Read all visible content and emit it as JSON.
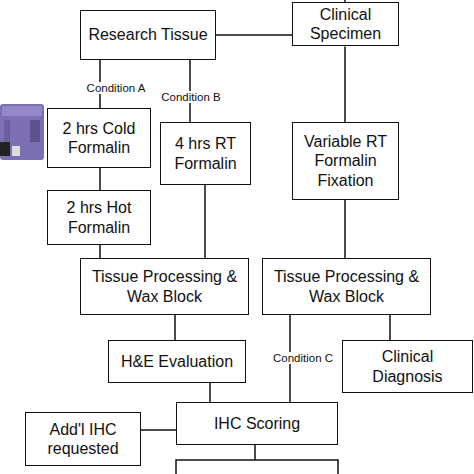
{
  "diagram": {
    "nodes": [
      {
        "text": [
          "Research Tissue"
        ]
      },
      {
        "text": [
          "Clinical Specimen"
        ]
      },
      {
        "text": [
          "2 hrs Cold Formalin"
        ]
      },
      {
        "text": [
          "2 hrs Hot Formalin"
        ]
      },
      {
        "text": [
          "4 hrs RT Formalin"
        ]
      },
      {
        "text": [
          "Variable RT Formalin Fixation"
        ]
      },
      {
        "text": [
          "Tissue Processing & Wax Block"
        ]
      },
      {
        "text": [
          "Tissue Processing & Wax Block"
        ]
      },
      {
        "text": [
          "H&E Evaluation"
        ]
      },
      {
        "text": [
          "Clinical Diagnosis"
        ]
      },
      {
        "text": [
          "IHC Scoring"
        ]
      },
      {
        "text": [
          "Add'l IHC requested"
        ]
      }
    ],
    "edges": [
      {
        "from": 0,
        "to": 1,
        "arrow": "none"
      },
      {
        "from": 0,
        "to": 2,
        "label": "Condition A",
        "arrow": "none"
      },
      {
        "from": 0,
        "to": 4,
        "label": "Condition B",
        "arrow": "none"
      },
      {
        "from": 1,
        "to": 5,
        "arrow": "none"
      },
      {
        "from": 2,
        "to": 3,
        "arrow": "none"
      },
      {
        "from": 3,
        "to": 6,
        "arrow": "none"
      },
      {
        "from": 4,
        "to": 6,
        "arrow": "none"
      },
      {
        "from": 5,
        "to": 7,
        "arrow": "none"
      },
      {
        "from": 6,
        "to": 8,
        "arrow": "none"
      },
      {
        "from": 8,
        "to": 10,
        "arrow": "none"
      },
      {
        "from": 7,
        "to": 10,
        "label": "Condition C",
        "arrow": "none"
      },
      {
        "from": 7,
        "to": 9,
        "arrow": "none"
      },
      {
        "from": 10,
        "to": 11,
        "arrow": "none"
      }
    ]
  }
}
